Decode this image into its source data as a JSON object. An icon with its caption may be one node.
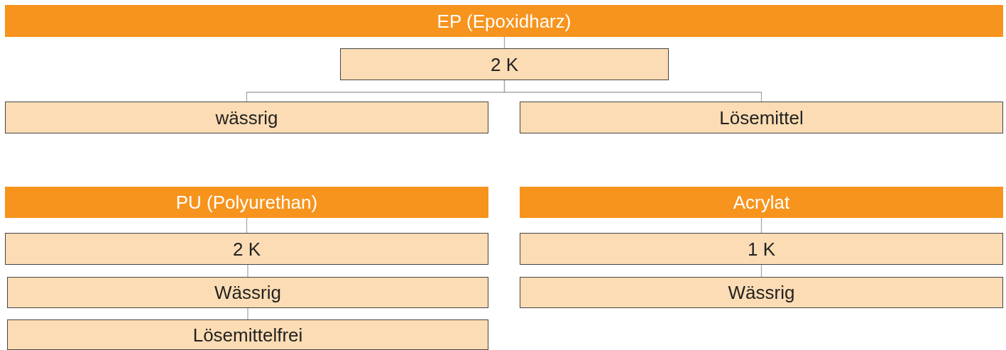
{
  "diagram": {
    "nodes": [
      {
        "text": [
          "EP (Epoxidharz)"
        ]
      },
      {
        "text": [
          "2 K"
        ]
      },
      {
        "text": [
          "wässrig"
        ]
      },
      {
        "text": [
          "Lösemittel"
        ]
      },
      {
        "text": [
          "PU (Polyurethan)"
        ]
      },
      {
        "text": [
          "2 K"
        ]
      },
      {
        "text": [
          "Wässrig"
        ]
      },
      {
        "text": [
          "Lösemittelfrei"
        ]
      },
      {
        "text": [
          "Acrylat"
        ]
      },
      {
        "text": [
          "1 K"
        ]
      },
      {
        "text": [
          "Wässrig"
        ]
      }
    ],
    "edges": [
      {
        "from": 0,
        "to": 1,
        "arrow": "none"
      },
      {
        "from": 1,
        "to": 2,
        "arrow": "none"
      },
      {
        "from": 1,
        "to": 3,
        "arrow": "none"
      },
      {
        "from": 4,
        "to": 5,
        "arrow": "none"
      },
      {
        "from": 5,
        "to": 6,
        "arrow": "none"
      },
      {
        "from": 6,
        "to": 7,
        "arrow": "none"
      },
      {
        "from": 8,
        "to": 9,
        "arrow": "none"
      },
      {
        "from": 9,
        "to": 10,
        "arrow": "none"
      }
    ]
  }
}
